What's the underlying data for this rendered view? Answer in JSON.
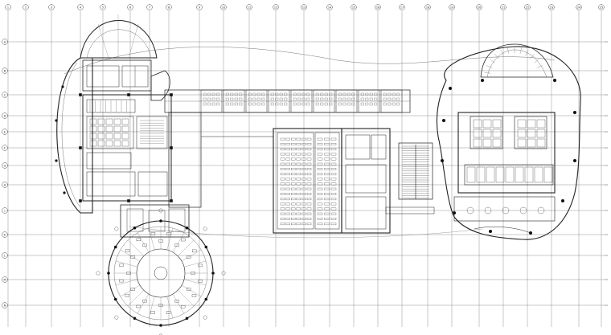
{
  "drawing": {
    "caption": "",
    "background": "#ffffff",
    "line_color": "#222222",
    "grid_color": "#555555",
    "accent": "#000000"
  },
  "grid": {
    "columns": [
      "1",
      "2",
      "3",
      "4",
      "5",
      "6",
      "7",
      "8",
      "9",
      "10",
      "11",
      "12",
      "13",
      "14",
      "15",
      "16",
      "17",
      "18",
      "19",
      "20",
      "21",
      "22",
      "23",
      "24",
      "25"
    ],
    "rows": [
      "A",
      "B",
      "C",
      "D",
      "E",
      "F",
      "G",
      "H",
      "J",
      "K",
      "L",
      "M",
      "N"
    ]
  },
  "zones": [
    {
      "id": "west-core",
      "name": ""
    },
    {
      "id": "central-hall",
      "name": ""
    },
    {
      "id": "east-pod",
      "name": ""
    },
    {
      "id": "round-pavilion",
      "name": ""
    }
  ]
}
